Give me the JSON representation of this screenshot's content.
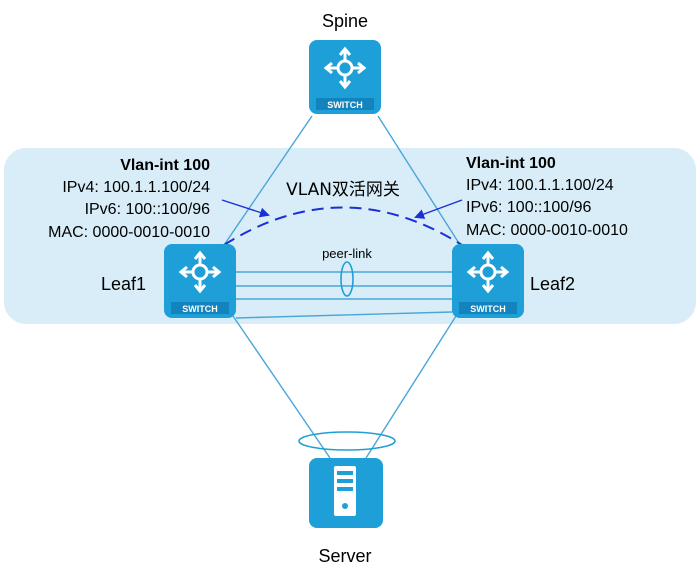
{
  "nodes": {
    "spine": {
      "label": "Spine",
      "badge": "SWITCH",
      "icon": "switch-icon"
    },
    "leaf1": {
      "label": "Leaf1",
      "badge": "SWITCH",
      "icon": "switch-icon"
    },
    "leaf2": {
      "label": "Leaf2",
      "badge": "SWITCH",
      "icon": "switch-icon"
    },
    "server": {
      "label": "Server",
      "icon": "server-icon"
    }
  },
  "leaf1_config": {
    "title": "Vlan-int 100",
    "ipv4": "IPv4: 100.1.1.100/24",
    "ipv6": "IPv6: 100::100/96",
    "mac": "MAC: 0000-0010-0010"
  },
  "leaf2_config": {
    "title": "Vlan-int 100",
    "ipv4": "IPv4: 100.1.1.100/24",
    "ipv6": "IPv6: 100::100/96",
    "mac": "MAC: 0000-0010-0010"
  },
  "labels": {
    "gateway": "VLAN双活网关",
    "peer_link": "peer-link"
  },
  "colors": {
    "device_blue": "#1e9fd8",
    "zone_fill": "#d8edf7",
    "link_line": "#4aa6d8",
    "dash_line": "#1a2fd6",
    "arrow": "#1a2fd6"
  }
}
